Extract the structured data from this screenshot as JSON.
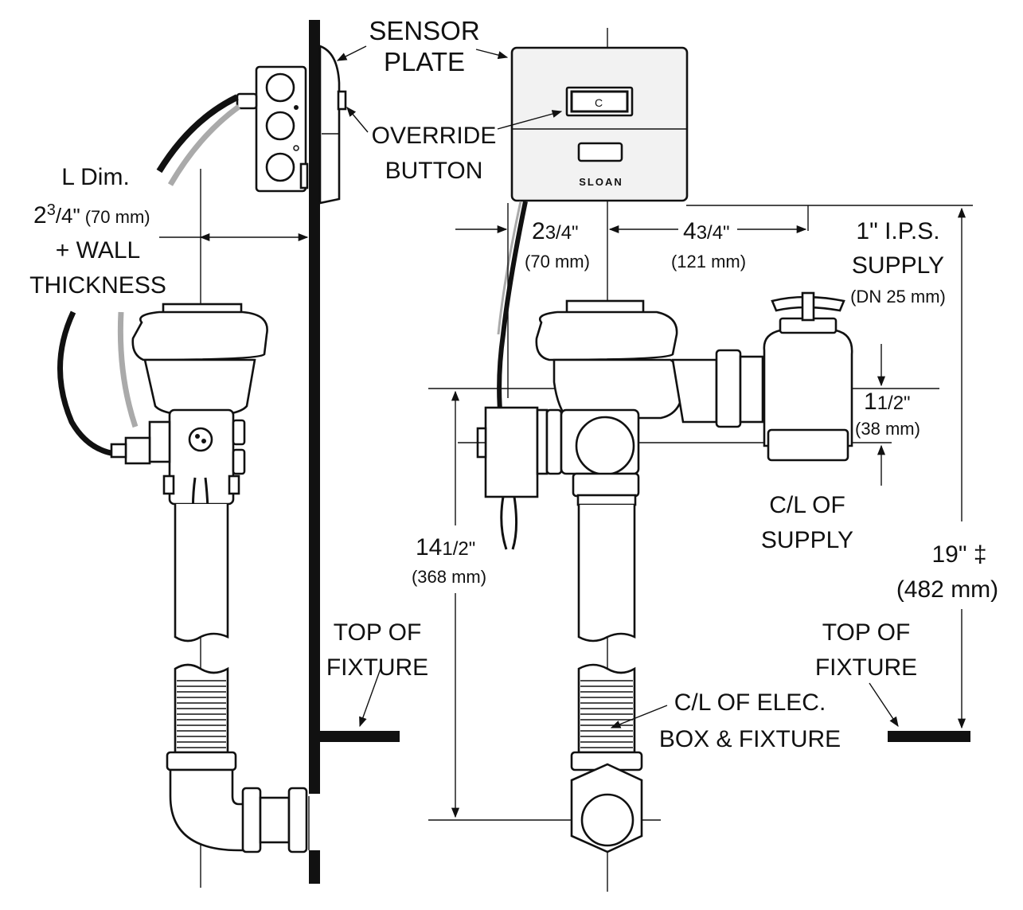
{
  "brand": "SLOAN",
  "labels": {
    "sensor_plate_1": "SENSOR",
    "sensor_plate_2": "PLATE",
    "override_1": "OVERRIDE",
    "override_2": "BUTTON",
    "l_dim_1": "L Dim.",
    "l_dim_2_whole": "2",
    "l_dim_2_num": "3",
    "l_dim_2_den": "/4\"",
    "l_dim_2_metric": "(70 mm)",
    "l_dim_3": "+ WALL",
    "l_dim_4": "THICKNESS",
    "top_fixture_left_1": "TOP OF",
    "top_fixture_left_2": "FIXTURE",
    "top_fixture_right_1": "TOP OF",
    "top_fixture_right_2": "FIXTURE",
    "cl_supply_1": "C/L OF",
    "cl_supply_2": "SUPPLY",
    "cl_elec_1": "C/L OF ELEC.",
    "cl_elec_2": "BOX & FIXTURE",
    "supply_1": "1\" I.P.S.",
    "supply_2": "SUPPLY",
    "supply_3": "(DN 25 mm)"
  },
  "dimensions": {
    "d1_whole": "2",
    "d1_frac": "3/4\"",
    "d1_metric": "(70 mm)",
    "d2_whole": "4",
    "d2_frac": "3/4\"",
    "d2_metric": "(121 mm)",
    "d3_whole": "1",
    "d3_frac": "1/2\"",
    "d3_metric": "(38 mm)",
    "d4_whole": "14",
    "d4_frac": "1/2\"",
    "d4_metric": "(368 mm)",
    "d5_main": "19\" ‡",
    "d5_metric": "(482 mm)"
  }
}
